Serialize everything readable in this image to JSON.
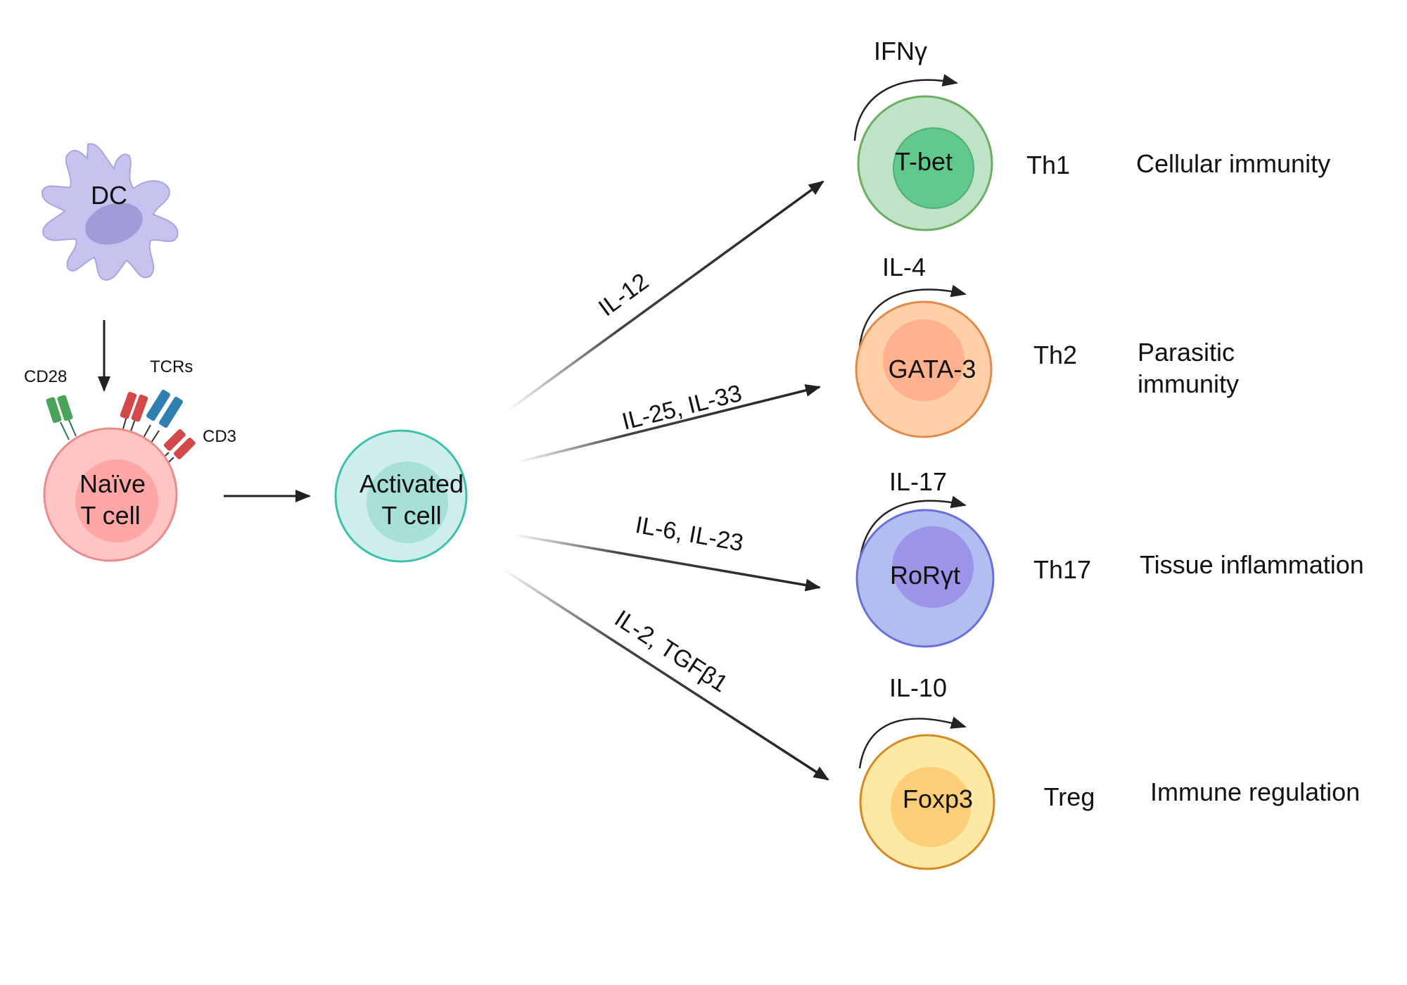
{
  "dc": {
    "label": "DC"
  },
  "naive": {
    "line1": "Naïve",
    "line2": "T cell"
  },
  "markers": {
    "cd28": "CD28",
    "tcrs": "TCRs",
    "cd3": "CD3"
  },
  "activated": {
    "line1": "Activated",
    "line2": "T cell"
  },
  "colors": {
    "th1_outer": "#bfe3c6",
    "th1_inner": "#62c98c",
    "th2_outer": "#ffd0a8",
    "th2_inner": "#ffb08e",
    "th17_outer": "#b2bdf0",
    "th17_inner": "#9b94e8",
    "treg_outer": "#fde9a4",
    "treg_inner": "#fdcd78",
    "naive_outer": "#ffc4c4",
    "naive_inner": "#ffa7a7",
    "activated_outer": "#cdeeea",
    "activated_inner": "#a6e0d6",
    "dc_body": "#c6c3ef",
    "dc_nucleus": "#9f9cd8"
  },
  "branches": [
    {
      "pathway": "IL-12",
      "cytokine": "IFNγ",
      "tf": "T-bet",
      "subset": "Th1",
      "function": "Cellular immunity"
    },
    {
      "pathway": "IL-25, IL-33",
      "cytokine": "IL-4",
      "tf": "GATA-3",
      "subset": "Th2",
      "function_line1": "Parasitic",
      "function_line2": "immunity"
    },
    {
      "pathway": "IL-6,  IL-23",
      "cytokine": "IL-17",
      "tf": "RoRγt",
      "subset": "Th17",
      "function": "Tissue inflammation"
    },
    {
      "pathway": "IL-2, TGFβ1",
      "cytokine": "IL-10",
      "tf": "Foxp3",
      "subset": "Treg",
      "function": "Immune regulation"
    }
  ]
}
